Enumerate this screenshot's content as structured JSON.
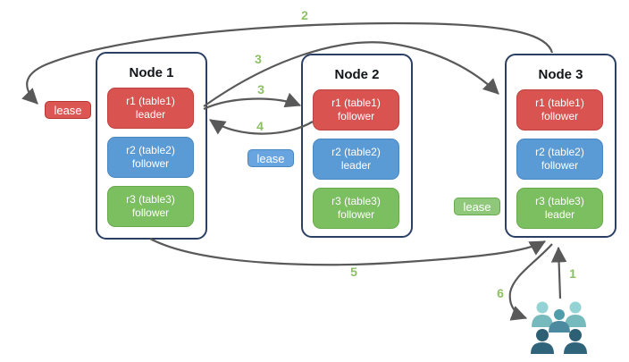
{
  "nodes": [
    {
      "title": "Node 1",
      "replicas": [
        {
          "name": "r1 (table1)",
          "role": "leader",
          "color": "#d95350"
        },
        {
          "name": "r2 (table2)",
          "role": "follower",
          "color": "#5b9bd5"
        },
        {
          "name": "r3 (table3)",
          "role": "follower",
          "color": "#7cbf60"
        }
      ]
    },
    {
      "title": "Node 2",
      "replicas": [
        {
          "name": "r1 (table1)",
          "role": "follower",
          "color": "#d95350"
        },
        {
          "name": "r2 (table2)",
          "role": "leader",
          "color": "#5b9bd5"
        },
        {
          "name": "r3 (table3)",
          "role": "follower",
          "color": "#7cbf60"
        }
      ]
    },
    {
      "title": "Node 3",
      "replicas": [
        {
          "name": "r1 (table1)",
          "role": "follower",
          "color": "#d95350"
        },
        {
          "name": "r2 (table2)",
          "role": "follower",
          "color": "#5b9bd5"
        },
        {
          "name": "r3 (table3)",
          "role": "leader",
          "color": "#7cbf60"
        }
      ]
    }
  ],
  "leases": [
    {
      "text": "lease",
      "color": "red",
      "near": "Node 1 r1 leader"
    },
    {
      "text": "lease",
      "color": "blue",
      "near": "Node 2 r2 leader"
    },
    {
      "text": "lease",
      "color": "green",
      "near": "Node 3 r3 leader"
    }
  ],
  "arrows": [
    {
      "label": "1",
      "from": "users",
      "to": "Node 3"
    },
    {
      "label": "2",
      "from": "Node 3",
      "to": "lease at Node 1 r1"
    },
    {
      "label": "3",
      "from": "Node 1 r1 leader",
      "to": "Node 3 r1 follower"
    },
    {
      "label": "3",
      "from": "Node 1 r1 leader",
      "to": "Node 2 r1 follower"
    },
    {
      "label": "4",
      "from": "Node 2 r1 follower",
      "to": "Node 1 r1 leader"
    },
    {
      "label": "5",
      "from": "Node 1",
      "to": "Node 3"
    },
    {
      "label": "6",
      "from": "Node 3",
      "to": "users"
    }
  ],
  "icons": {
    "users": "users-group-icon"
  },
  "colors": {
    "replica_red": "#d95350",
    "replica_blue": "#5b9bd5",
    "replica_green": "#7cbf60",
    "node_border": "#2a3f63",
    "arrow": "#595959",
    "step_label": "#8cc063",
    "users_back": "#7fc5c7",
    "users_middle": "#4f98a8",
    "users_front": "#2e6379"
  }
}
